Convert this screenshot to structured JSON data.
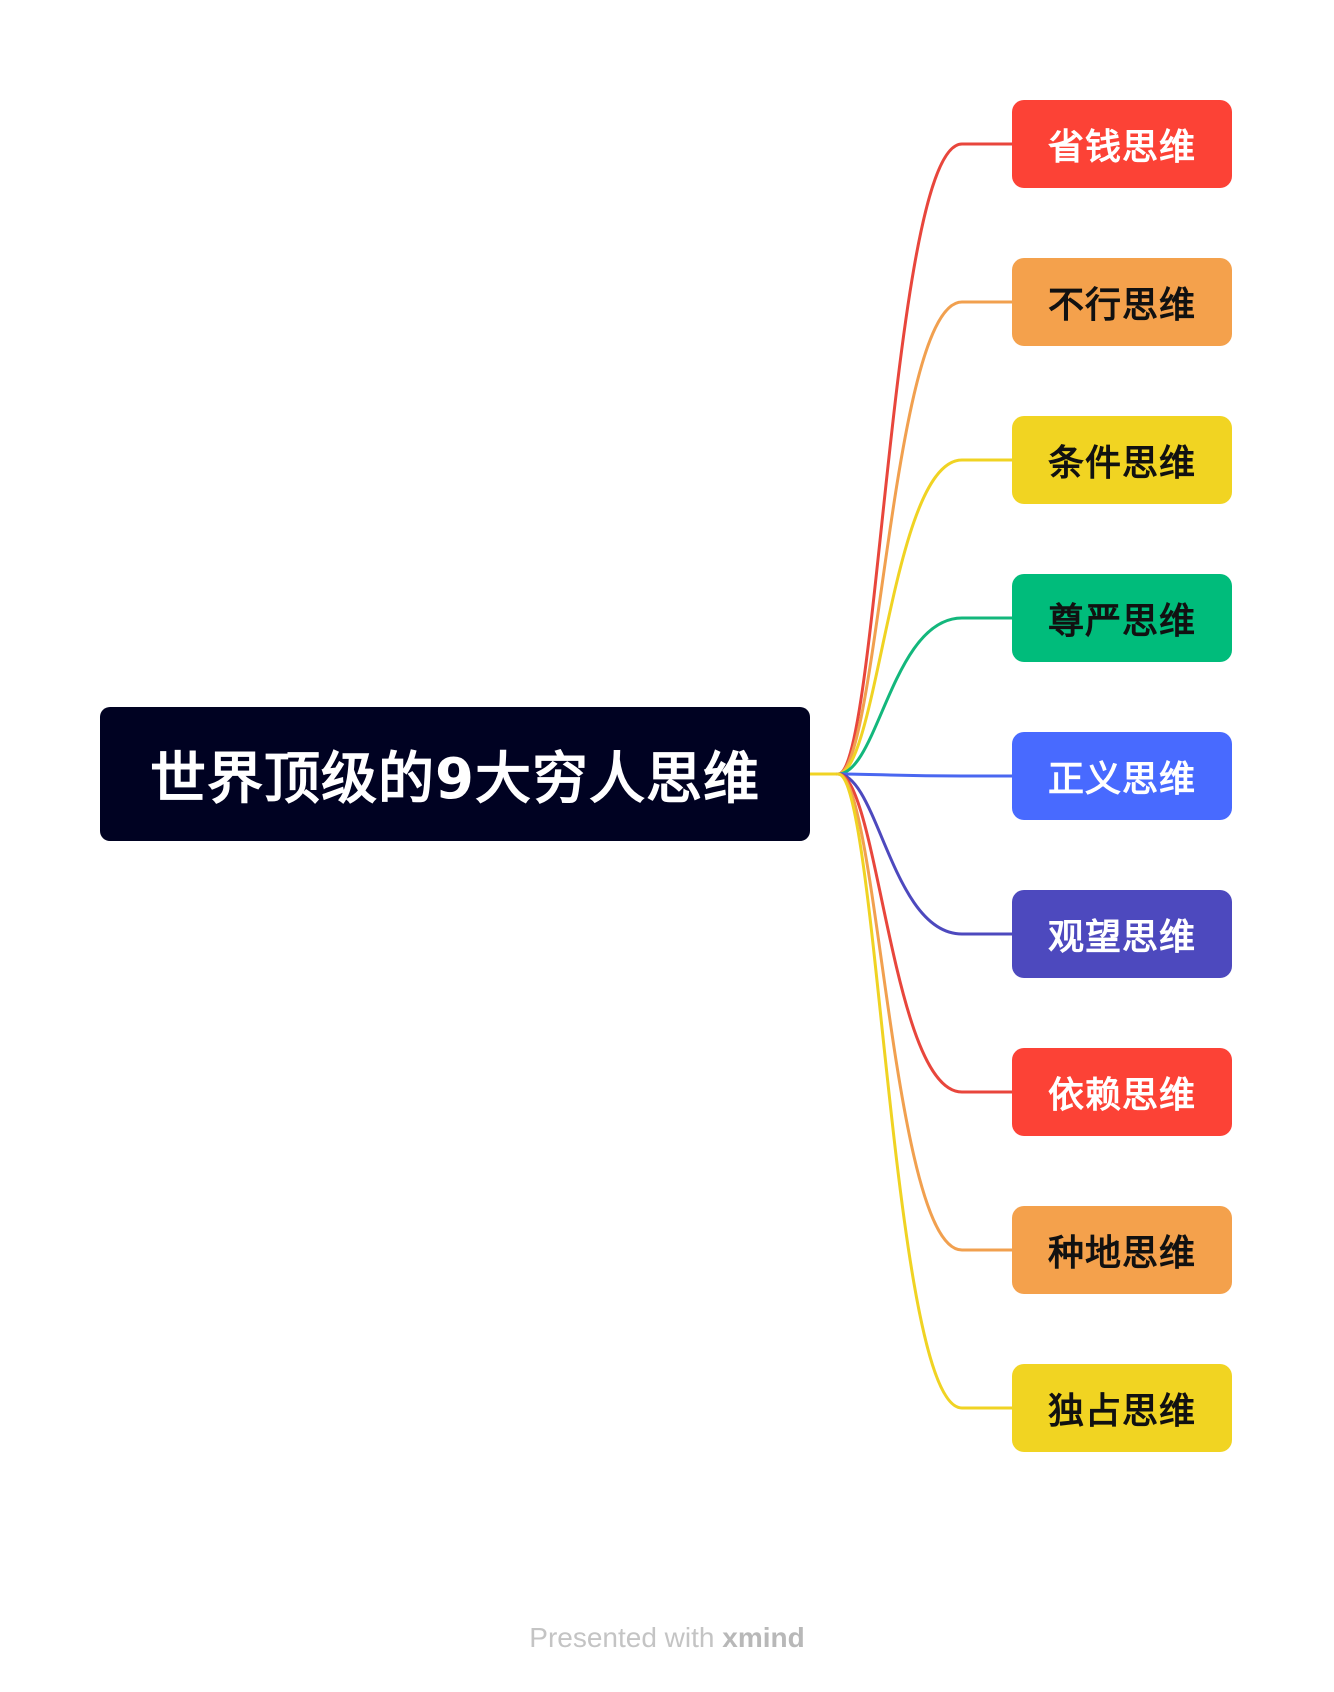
{
  "root": {
    "label": "世界顶级的9大穷人思维"
  },
  "branches": [
    {
      "label": "省钱思维",
      "fill": "#FC4236",
      "line": "#E8463C",
      "text_color": "#ffffff"
    },
    {
      "label": "不行思维",
      "fill": "#F4A14C",
      "line": "#F1A04F",
      "text_color": "#111111"
    },
    {
      "label": "条件思维",
      "fill": "#F1D422",
      "line": "#F0D323",
      "text_color": "#111111"
    },
    {
      "label": "尊严思维",
      "fill": "#00BC7B",
      "line": "#13B77C",
      "text_color": "#111111"
    },
    {
      "label": "正义思维",
      "fill": "#486AFF",
      "line": "#4A67F0",
      "text_color": "#ffffff"
    },
    {
      "label": "观望思维",
      "fill": "#4D49BE",
      "line": "#4D49BE",
      "text_color": "#ffffff"
    },
    {
      "label": "依赖思维",
      "fill": "#FC4236",
      "line": "#E8463C",
      "text_color": "#ffffff"
    },
    {
      "label": "种地思维",
      "fill": "#F4A14C",
      "line": "#F1A04F",
      "text_color": "#111111"
    },
    {
      "label": "独占思维",
      "fill": "#F1D422",
      "line": "#F0D323",
      "text_color": "#111111"
    }
  ],
  "footer": {
    "prefix": "Presented with",
    "brand": "xmind"
  }
}
